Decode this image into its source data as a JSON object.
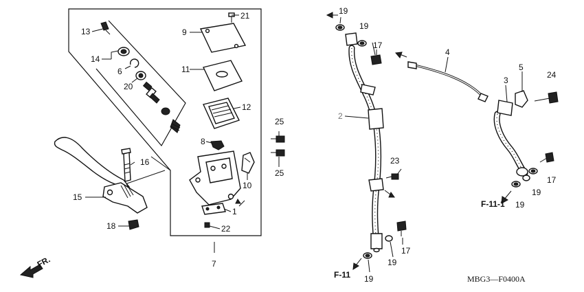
{
  "callouts": {
    "n1": "1",
    "n2": "2",
    "n3": "3",
    "n4": "4",
    "n5": "5",
    "n6": "6",
    "n7": "7",
    "n8": "8",
    "n9": "9",
    "n10": "10",
    "n11": "11",
    "n12": "12",
    "n13": "13",
    "n14": "14",
    "n15": "15",
    "n16": "16",
    "n17": "17",
    "n18": "18",
    "n19": "19",
    "n20": "20",
    "n21": "21",
    "n22": "22",
    "n23": "23",
    "n24": "24",
    "n25": "25"
  },
  "references": {
    "f11": "F-11",
    "f111": "F-11-1",
    "front": "FR."
  },
  "diagram_code": "MBG3—F0400A"
}
